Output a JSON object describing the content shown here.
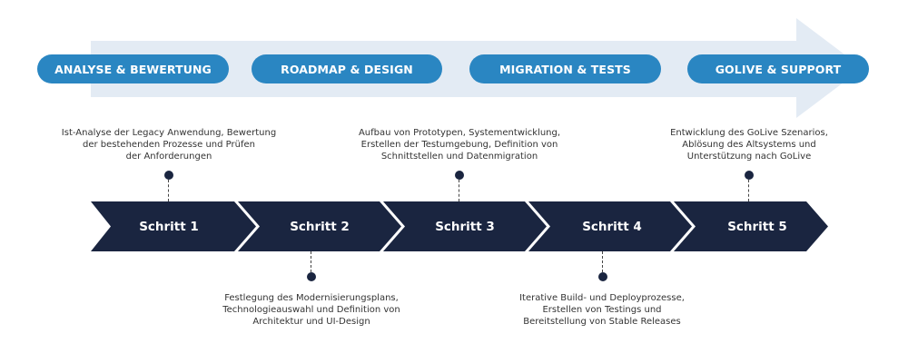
{
  "colors": {
    "background_arrow": "#e3ebf4",
    "phase_pill": "#2a86c2",
    "step_chevron": "#1a2540",
    "text": "#333333"
  },
  "phases": [
    {
      "label": "ANALYSE & BEWERTUNG"
    },
    {
      "label": "ROADMAP & DESIGN"
    },
    {
      "label": "MIGRATION & TESTS"
    },
    {
      "label": "GOLIVE & SUPPORT"
    }
  ],
  "steps": [
    {
      "label": "Schritt 1",
      "description_position": "above",
      "description": [
        "Ist-Analyse der Legacy Anwendung, Bewertung",
        "der bestehenden Prozesse und Prüfen",
        "der Anforderungen"
      ]
    },
    {
      "label": "Schritt 2",
      "description_position": "below",
      "description": [
        "Festlegung des Modernisierungsplans,",
        "Technologieauswahl und Definition von",
        "Architektur und UI-Design"
      ]
    },
    {
      "label": "Schritt 3",
      "description_position": "above",
      "description": [
        "Aufbau von Prototypen, Systementwicklung,",
        "Erstellen der Testumgebung, Definition von",
        "Schnittstellen und Datenmigration"
      ]
    },
    {
      "label": "Schritt 4",
      "description_position": "below",
      "description": [
        "Iterative Build- und Deployprozesse,",
        "Erstellen von Testings und",
        "Bereitstellung von Stable Releases"
      ]
    },
    {
      "label": "Schritt 5",
      "description_position": "above",
      "description": [
        "Entwicklung des GoLive Szenarios,",
        "Ablösung des Altsystems und",
        "Unterstützung nach GoLive"
      ]
    }
  ]
}
